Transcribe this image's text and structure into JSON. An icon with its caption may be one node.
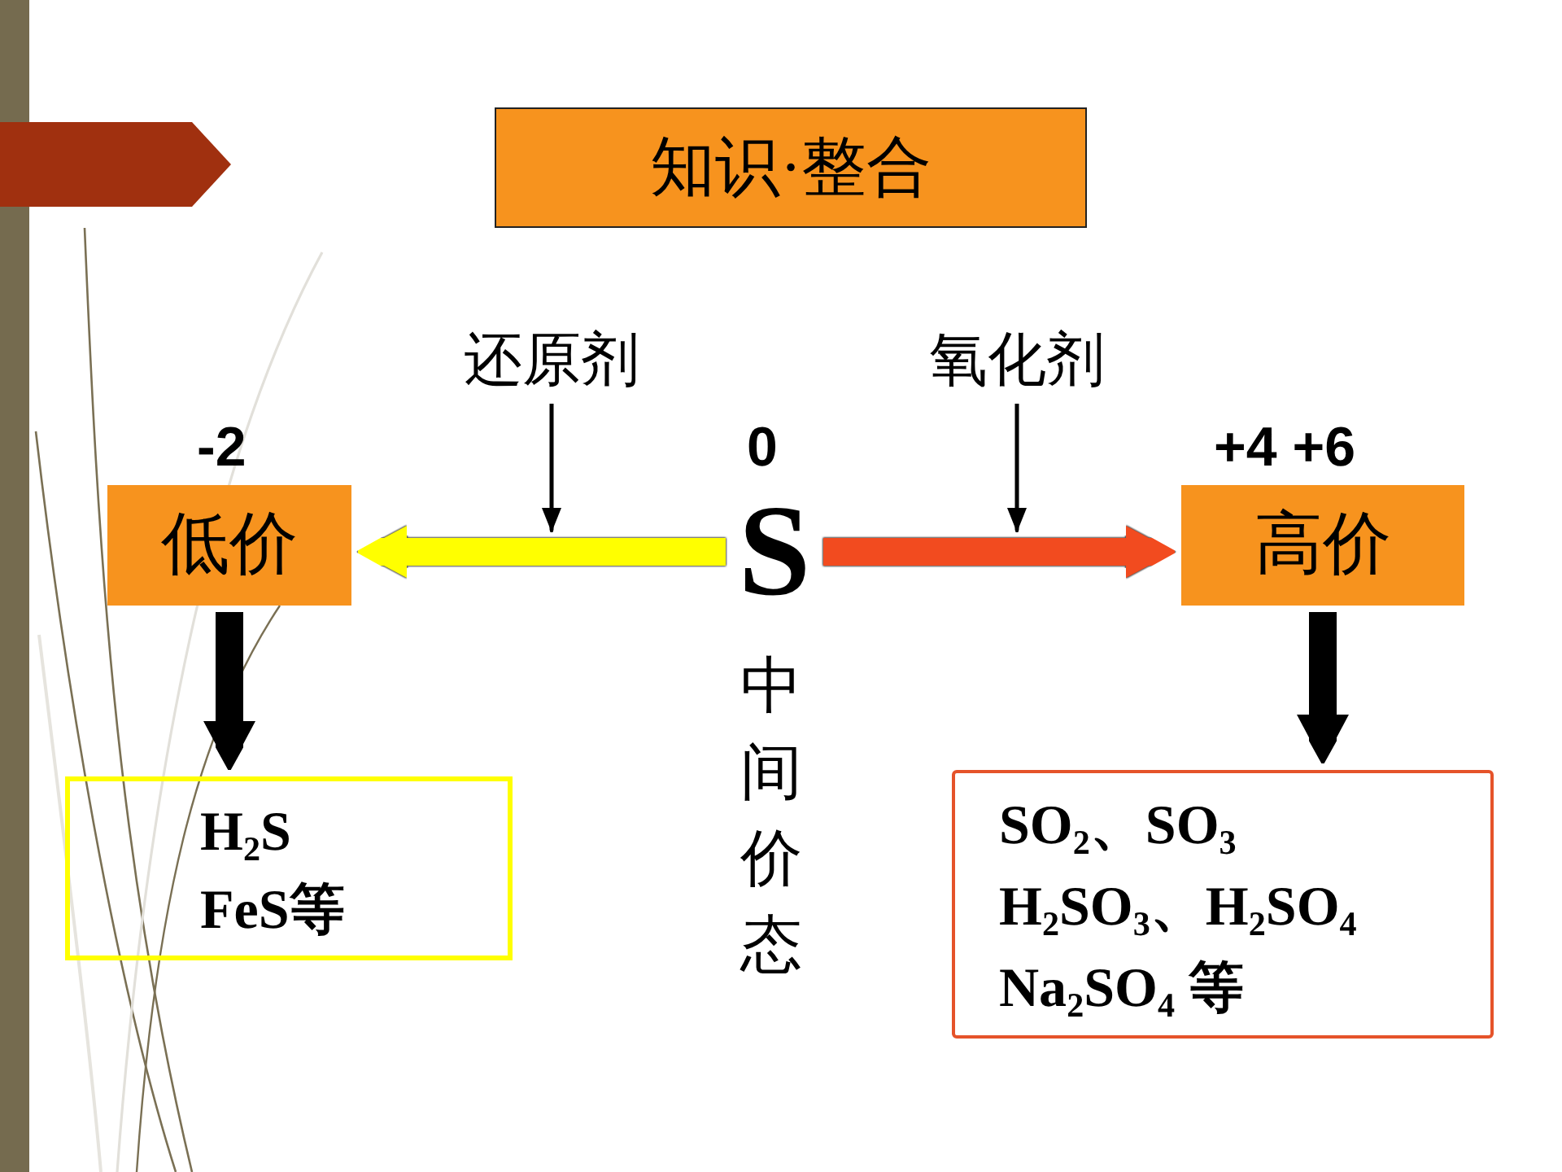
{
  "diagram": {
    "nodes": [
      {
        "text": [
          "知识·整合"
        ]
      },
      {
        "text": [
          "还原剂"
        ]
      },
      {
        "text": [
          "氧化剂"
        ]
      },
      {
        "text": [
          "低价"
        ],
        "beside": [
          "-2"
        ]
      },
      {
        "text": [
          "S"
        ],
        "beside": [
          "0",
          "中间价态"
        ]
      },
      {
        "text": [
          "高价"
        ],
        "beside": [
          "+4 +6"
        ]
      },
      {
        "text": [
          "H$_{2}$S",
          "FeS等"
        ]
      },
      {
        "text": [
          "SO$_{2}$、SO$_{3}$",
          "H$_{2}$SO$_{3}$、H$_{2}$SO$_{4}$",
          "Na$_{2}$SO$_{4}$ 等"
        ]
      }
    ],
    "edges": [
      {
        "from": 1,
        "to": null,
        "arrow": "to"
      },
      {
        "from": 2,
        "to": null,
        "arrow": "to"
      },
      {
        "from": 4,
        "to": 3,
        "arrow": "to",
        "color": "#ffff00"
      },
      {
        "from": 4,
        "to": 5,
        "arrow": "to",
        "color": "#f24b1f"
      },
      {
        "from": 3,
        "to": 6,
        "arrow": "to"
      },
      {
        "from": 5,
        "to": 7,
        "arrow": "to"
      }
    ]
  }
}
